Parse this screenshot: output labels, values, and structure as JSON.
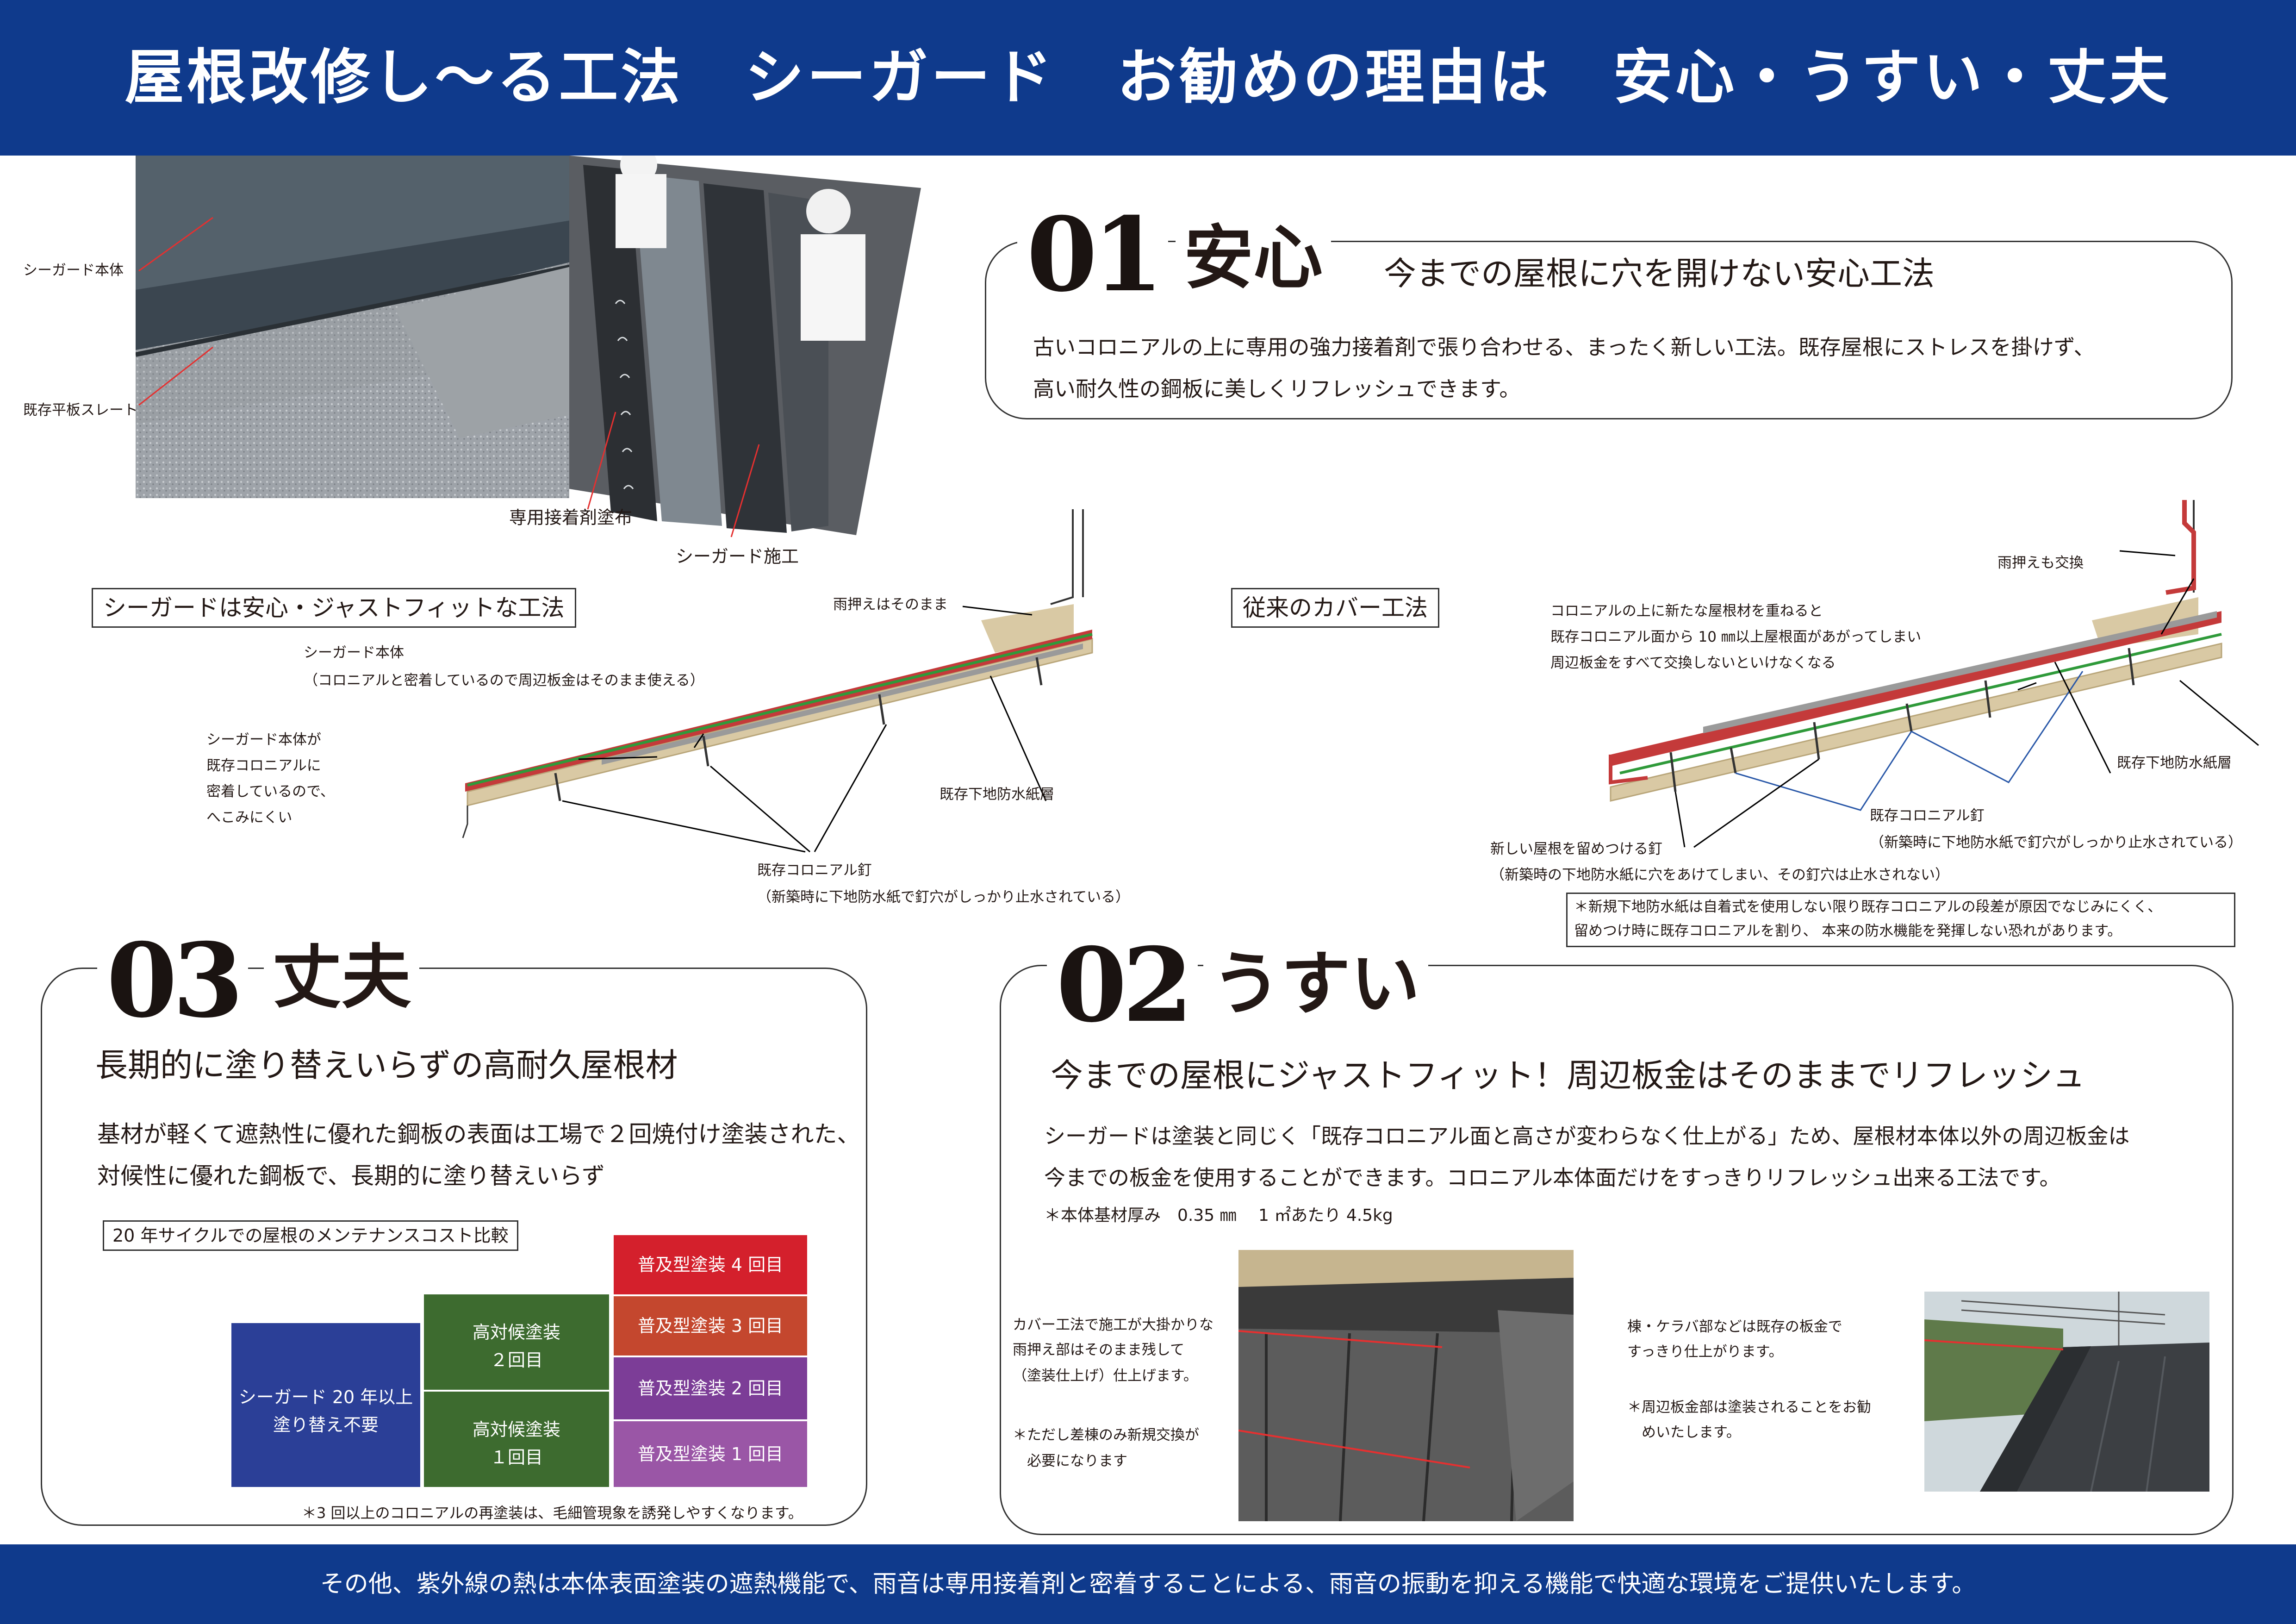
{
  "header": {
    "title": "屋根改修し〜る工法　シーガード　お勧めの理由は　安心・うすい・丈夫"
  },
  "photo_labels": {
    "seaguard_body": "シーガード本体",
    "existing_slate": "既存平板スレート",
    "adhesive": "専用接着剤塗布",
    "seaguard_install": "シーガード施工"
  },
  "section01": {
    "number": "01",
    "word": "安心",
    "lead": "今までの屋根に穴を開けない安心工法",
    "text_1": "古いコロニアルの上に専用の強力接着剤で張り合わせる、まったく新しい工法。既存屋根にストレスを掛けず、",
    "text_2": "高い耐久性の鋼板に美しくリフレッシュできます。"
  },
  "diagram_left": {
    "title": "シーガードは安心・ジャストフィットな工法",
    "rain_guard": "雨押えはそのまま",
    "body_1": "シーガード本体",
    "body_2": "（コロニアルと密着しているので周辺板金はそのまま使える）",
    "adhere_1": "シーガード本体が",
    "adhere_2": "既存コロニアルに",
    "adhere_3": "密着しているので、",
    "adhere_4": "へこみにくい",
    "underlay": "既存下地防水紙層",
    "nail_1": "既存コロニアル釘",
    "nail_2": "（新築時に下地防水紙で釘穴がしっかり止水されている）"
  },
  "diagram_right": {
    "title": "従来のカバー工法",
    "rain_guard": "雨押えも交換",
    "note_1": "コロニアルの上に新たな屋根材を重ねると",
    "note_2": "既存コロニアル面から 10 ㎜以上屋根面があがってしまい",
    "note_3": "周辺板金をすべて交換しないといけなくなる",
    "underlay": "既存下地防水紙層",
    "nail_1": "既存コロニアル釘",
    "nail_2": "（新築時に下地防水紙で釘穴がしっかり止水されている）",
    "newnail_1": "新しい屋根を留めつける釘",
    "newnail_2": "（新築時の下地防水紙に穴をあけてしまい、その釘穴は止水されない）",
    "warn_1": "＊新規下地防水紙は自着式を使用しない限り既存コロニアルの段差が原因でなじみにくく、",
    "warn_2": "留めつけ時に既存コロニアルを割り、 本来の防水機能を発揮しない恐れがあります。"
  },
  "section03": {
    "number": "03",
    "word": "丈夫",
    "lead": "長期的に塗り替えいらずの高耐久屋根材",
    "text_1": "基材が軽くて遮熱性に優れた鋼板の表面は工場で２回焼付け塗装された、",
    "text_2": "対候性に優れた鋼板で、長期的に塗り替えいらず",
    "cost_title": "20 年サイクルでの屋根のメンテナンスコスト比較",
    "blocks": {
      "sg_1": "シーガード 20 年以上",
      "sg_2": "塗り替え不要",
      "hi2_1": "高対候塗装",
      "hi2_2": "２回目",
      "hi1_1": "高対候塗装",
      "hi1_2": "１回目",
      "p4": "普及型塗装 4 回目",
      "p3": "普及型塗装 3 回目",
      "p2": "普及型塗装 2 回目",
      "p1": "普及型塗装 1 回目"
    },
    "note": "＊3 回以上のコロニアルの再塗装は、毛細管現象を誘発しやすくなります。",
    "colors": {
      "seaguard": "#2b3f97",
      "hi": "#3d6b2f",
      "p4": "#d4202c",
      "p3": "#c4472e",
      "p2": "#7c3d97",
      "p1": "#9a56a6"
    }
  },
  "section02": {
    "number": "02",
    "word": "うすい",
    "lead": "今までの屋根にジャストフィット！周辺板金はそのままでリフレッシュ",
    "text_1": "シーガードは塗装と同じく「既存コロニアル面と高さが変わらなく仕上がる」ため、屋根材本体以外の周辺板金は",
    "text_2": "今までの板金を使用することができます。コロニアル本体面だけをすっきりリフレッシュ出来る工法です。",
    "spec": "＊本体基材厚み　0.35 ㎜　 1 ㎡あたり 4.5kg",
    "photo1_1": "カバー工法で施工が大掛かりな",
    "photo1_2": "雨押え部はそのまま残して",
    "photo1_3": "（塗装仕上げ）仕上げます。",
    "photo1_4": "＊ただし差棟のみ新規交換が",
    "photo1_5": "　必要になります",
    "photo2_1": "棟・ケラバ部などは既存の板金で",
    "photo2_2": "すっきり仕上がります。",
    "photo2_3": "＊周辺板金部は塗装されることをお勧",
    "photo2_4": "　めいたします。"
  },
  "footer": {
    "text": "その他、紫外線の熱は本体表面塗装の遮熱機能で、雨音は専用接着剤と密着することによる、雨音の振動を抑える機能で快適な環境をご提供いたします。"
  }
}
